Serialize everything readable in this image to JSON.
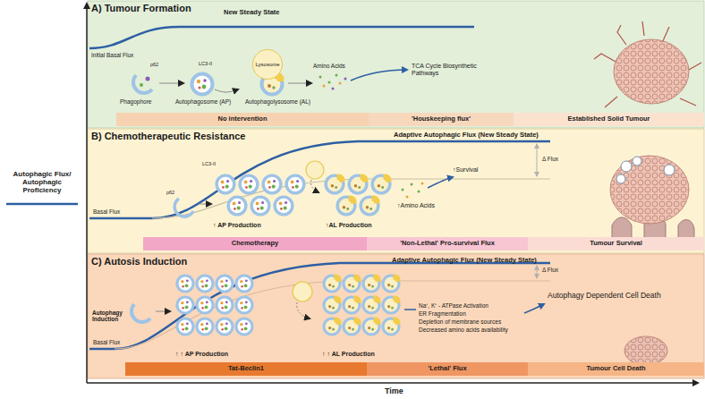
{
  "diagram": {
    "nodes": [
      {
        "text": [
          "A) Tumour Formation"
        ]
      },
      {
        "text": [
          "Lysosome"
        ],
        "in": 0
      },
      {
        "text": [
          "No intervention"
        ],
        "in": 0
      },
      {
        "text": [
          "'Houskeeping flux'"
        ],
        "in": 0
      },
      {
        "text": [
          "Established Solid Tumour"
        ],
        "in": 0
      },
      {
        "text": [
          "B) Chemotherapeutic Resistance"
        ]
      },
      {
        "text": [
          "Chemotherapy"
        ],
        "in": 5
      },
      {
        "text": [
          "'Non-Lethal' Pro-survival Flux"
        ],
        "in": 5
      },
      {
        "text": [
          "Tumour Survival"
        ],
        "in": 5
      },
      {
        "text": [
          "C) Autosis Induction"
        ]
      },
      {
        "text": [
          "Tat-Beclin1"
        ],
        "in": 9
      },
      {
        "text": [
          "'Lethal' Flux"
        ],
        "in": 9
      },
      {
        "text": [
          "Tumour Cell Death"
        ],
        "in": 9
      }
    ],
    "labels": [
      "New Steady State",
      "Initial Basal Flux",
      "p62",
      "LC3-II",
      "Phagophore",
      "Autophagosome (AP)",
      "Autophagolysosome (AL)",
      "Amino Acids",
      "TCA Cycle Biosynthetic Pathways",
      "Adaptive Autophagic Flux (New Steady State)",
      "Basal Flux",
      "p62",
      "LC3-II",
      "Δ Flux",
      "↑Amino Acids",
      "↑Survival",
      "↑ AP Production",
      "↑AL Production",
      "Autophagy Induction",
      "Basal Flux",
      "Adaptive Autophagic Flux (New Steady State)",
      "Δ Flux",
      "Na⁺, K⁺ - ATPase Activation",
      "ER Fragmentation",
      "Depletion of membrane sources",
      "Decreased amino acids availability",
      "Autophagy Dependent Cell Death",
      "↑ ↑ AP Production",
      "↑ ↑ AL Production",
      "Time"
    ],
    "legend": [
      {
        "text": "Autophagic Flux/ Autophagic Proficiency"
      }
    ]
  }
}
